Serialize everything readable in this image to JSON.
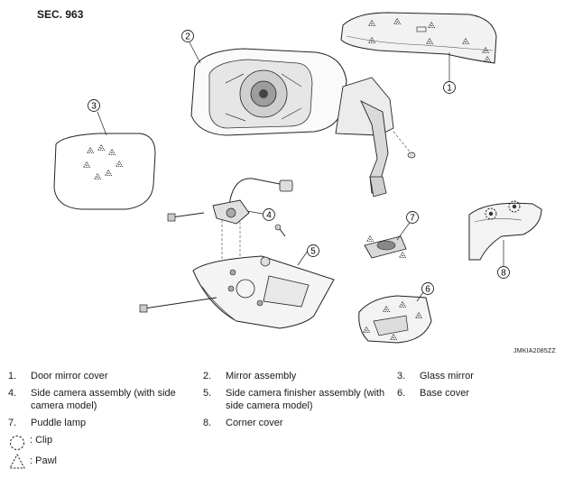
{
  "section": "SEC. 963",
  "figure_id": "JMKIA2085ZZ",
  "callouts": [
    "1",
    "2",
    "3",
    "4",
    "5",
    "6",
    "7",
    "8"
  ],
  "legend": {
    "items": [
      {
        "num": "1.",
        "line1": "Door mirror cover",
        "line2": ""
      },
      {
        "num": "2.",
        "line1": "Mirror assembly",
        "line2": ""
      },
      {
        "num": "3.",
        "line1": "Glass mirror",
        "line2": ""
      },
      {
        "num": "4.",
        "line1": "Side camera assembly (with side",
        "line2": "camera model)"
      },
      {
        "num": "5.",
        "line1": "Side  camera finisher assembly (with",
        "line2": "side camera model)"
      },
      {
        "num": "6.",
        "line1": "Base cover",
        "line2": ""
      },
      {
        "num": "7.",
        "line1": "Puddle lamp",
        "line2": ""
      },
      {
        "num": "8.",
        "line1": "Corner cover",
        "line2": ""
      }
    ],
    "symbols": {
      "clip_label": ": Clip",
      "pawl_label": ": Pawl",
      "clip_icon": "dashed-circle-icon",
      "pawl_icon": "dashed-triangle-icon"
    }
  }
}
